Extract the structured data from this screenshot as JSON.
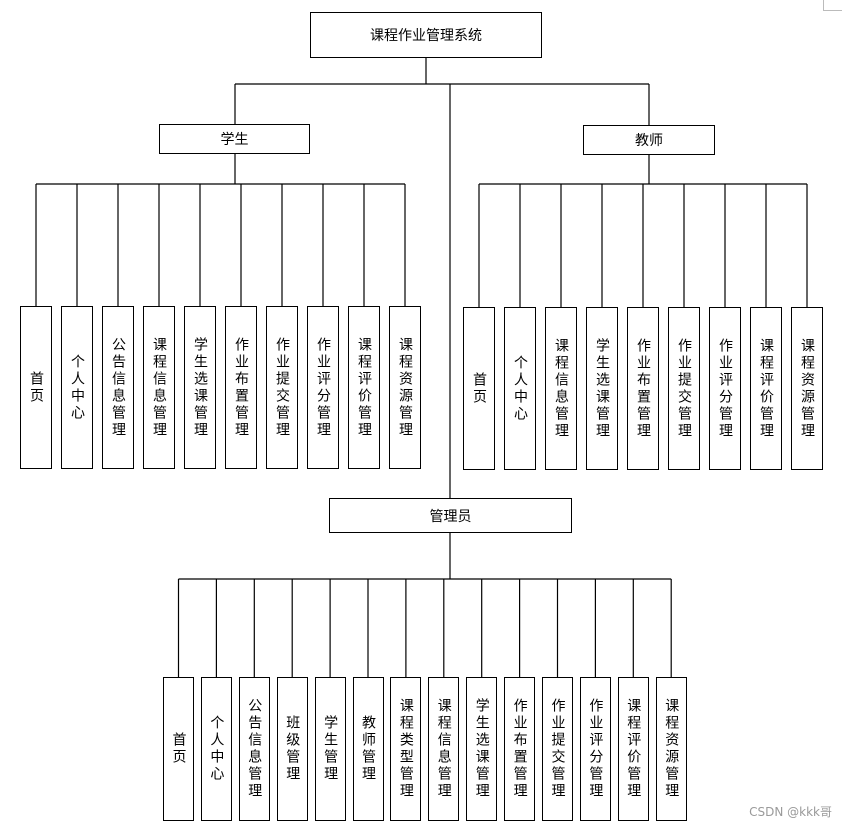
{
  "root": {
    "label": "课程作业管理系统"
  },
  "student": {
    "label": "学生",
    "children": [
      "首页",
      "个人中心",
      "公告信息管理",
      "课程信息管理",
      "学生选课管理",
      "作业布置管理",
      "作业提交管理",
      "作业评分管理",
      "课程评价管理",
      "课程资源管理"
    ]
  },
  "teacher": {
    "label": "教师",
    "children": [
      "首页",
      "个人中心",
      "课程信息管理",
      "学生选课管理",
      "作业布置管理",
      "作业提交管理",
      "作业评分管理",
      "课程评价管理",
      "课程资源管理"
    ]
  },
  "admin": {
    "label": "管理员",
    "children": [
      "首页",
      "个人中心",
      "公告信息管理",
      "班级管理",
      "学生管理",
      "教师管理",
      "课程类型管理",
      "课程信息管理",
      "学生选课管理",
      "作业布置管理",
      "作业提交管理",
      "作业评分管理",
      "课程评价管理",
      "课程资源管理"
    ]
  },
  "watermark": "CSDN @kkk哥"
}
